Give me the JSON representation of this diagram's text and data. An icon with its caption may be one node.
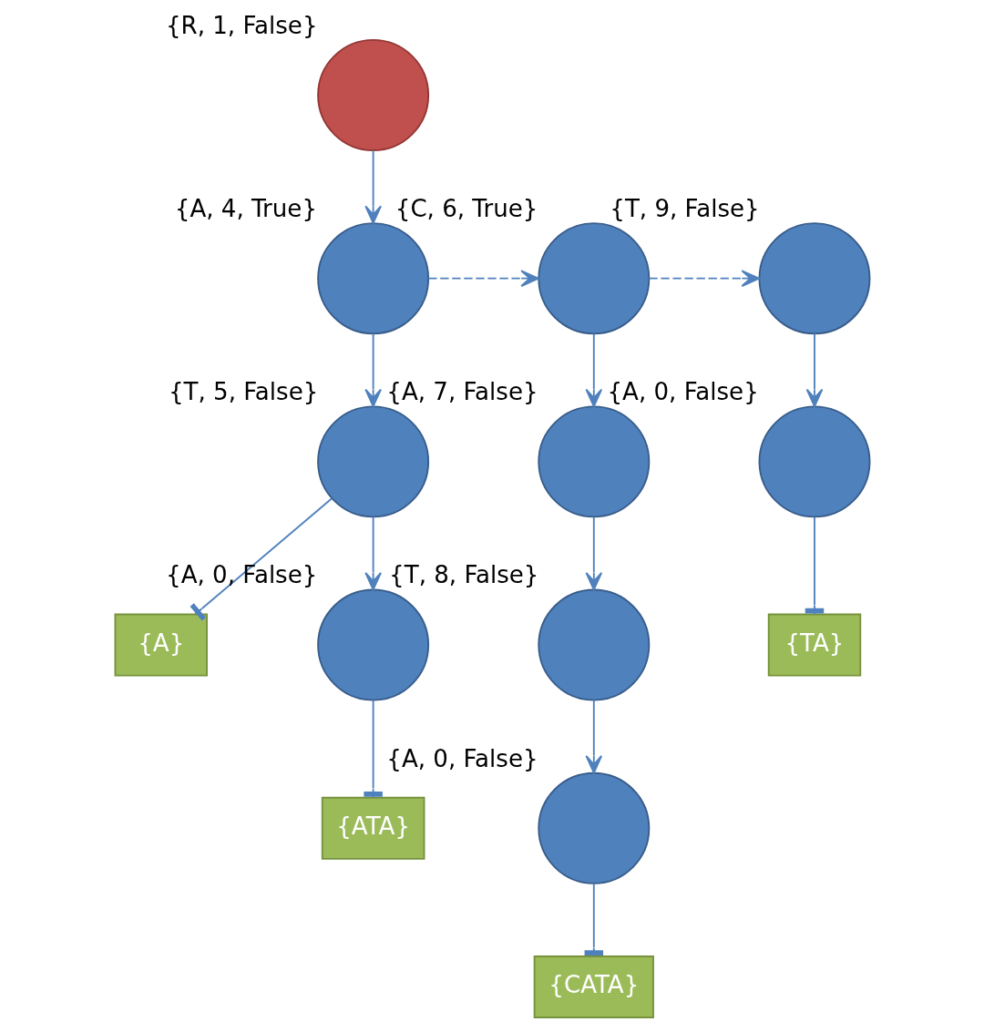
{
  "diagram": {
    "nodes": [
      {
        "text": [],
        "shape": "circle",
        "beside": [
          "{R, 1, False}"
        ]
      },
      {
        "text": [],
        "shape": "circle",
        "beside": [
          "{A, 4, True}"
        ]
      },
      {
        "text": [],
        "shape": "circle",
        "beside": [
          "{C, 6, True}"
        ]
      },
      {
        "text": [],
        "shape": "circle",
        "beside": [
          "{T, 9, False}"
        ]
      },
      {
        "text": [],
        "shape": "circle",
        "beside": [
          "{T, 5, False}"
        ]
      },
      {
        "text": [
          "{A}"
        ]
      },
      {
        "text": [],
        "shape": "circle",
        "beside": [
          "{A, 7, False}"
        ]
      },
      {
        "text": [],
        "shape": "circle",
        "beside": [
          "{A, 0, False}"
        ]
      },
      {
        "text": [
          "{TA}"
        ]
      },
      {
        "text": [],
        "shape": "circle",
        "beside": [
          "{A, 0, False}"
        ]
      },
      {
        "text": [
          "{ATA}"
        ]
      },
      {
        "text": [],
        "shape": "circle",
        "beside": [
          "{T, 8, False}"
        ]
      },
      {
        "text": [],
        "shape": "circle",
        "beside": [
          "{A, 0, False}"
        ]
      },
      {
        "text": [
          "{CATA}"
        ]
      }
    ],
    "edges": [
      {
        "from": 0,
        "to": 1,
        "arrow": "to"
      },
      {
        "from": 1,
        "to": 2,
        "arrow": "to",
        "style": "dashed"
      },
      {
        "from": 2,
        "to": 3,
        "arrow": "to",
        "style": "dashed"
      },
      {
        "from": 1,
        "to": 4,
        "arrow": "to"
      },
      {
        "from": 4,
        "to": 5,
        "arrow": "other"
      },
      {
        "from": 2,
        "to": 6,
        "arrow": "to"
      },
      {
        "from": 3,
        "to": 7,
        "arrow": "to"
      },
      {
        "from": 7,
        "to": 8,
        "arrow": "other"
      },
      {
        "from": 4,
        "to": 9,
        "arrow": "to"
      },
      {
        "from": 9,
        "to": 10,
        "arrow": "other"
      },
      {
        "from": 6,
        "to": 11,
        "arrow": "to"
      },
      {
        "from": 11,
        "to": 12,
        "arrow": "to"
      },
      {
        "from": 12,
        "to": 13,
        "arrow": "other"
      }
    ]
  }
}
